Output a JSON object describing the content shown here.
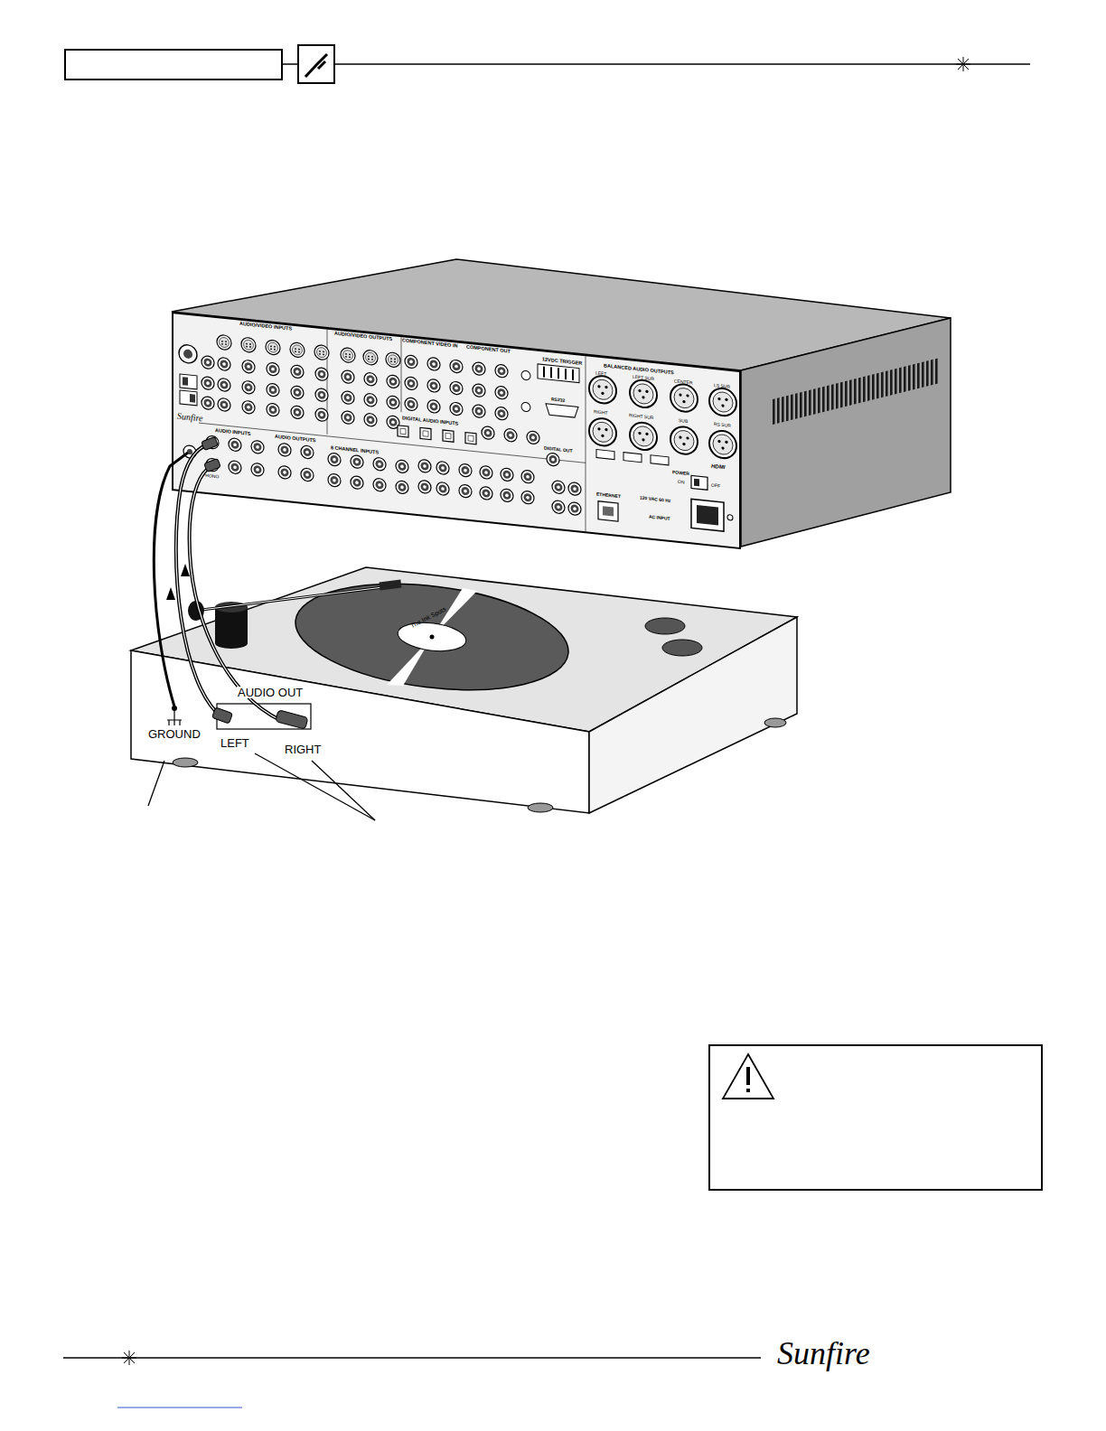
{
  "diagram": {
    "labels": [
      "AUDIO/VIDEO INPUTS",
      "AUDIO/VIDEO OUTPUTS",
      "COMPONENT VIDEO IN",
      "COMPONENT OUT",
      "12VDC TRIGGER",
      "BALANCED AUDIO OUTPUTS",
      "LEFT",
      "LEFT SUR",
      "CENTER",
      "LS SUR",
      "RIGHT",
      "RIGHT SUR",
      "SUB",
      "RS SUR",
      "RS232",
      "DIGITAL AUDIO INPUTS",
      "DIGITAL OUT",
      "Sunfire",
      "AUDIO INPUTS",
      "AUDIO OUTPUTS",
      "8 CHANNEL INPUTS",
      "PHONO",
      "HDMI",
      "ETHERNET",
      "POWER",
      "ON",
      "OFF",
      "120 VAC 60 Hz",
      "AC INPUT",
      "AUDIO OUT",
      "GROUND",
      "LEFT",
      "RIGHT",
      "The Ink Spots",
      "Sunfire"
    ]
  }
}
